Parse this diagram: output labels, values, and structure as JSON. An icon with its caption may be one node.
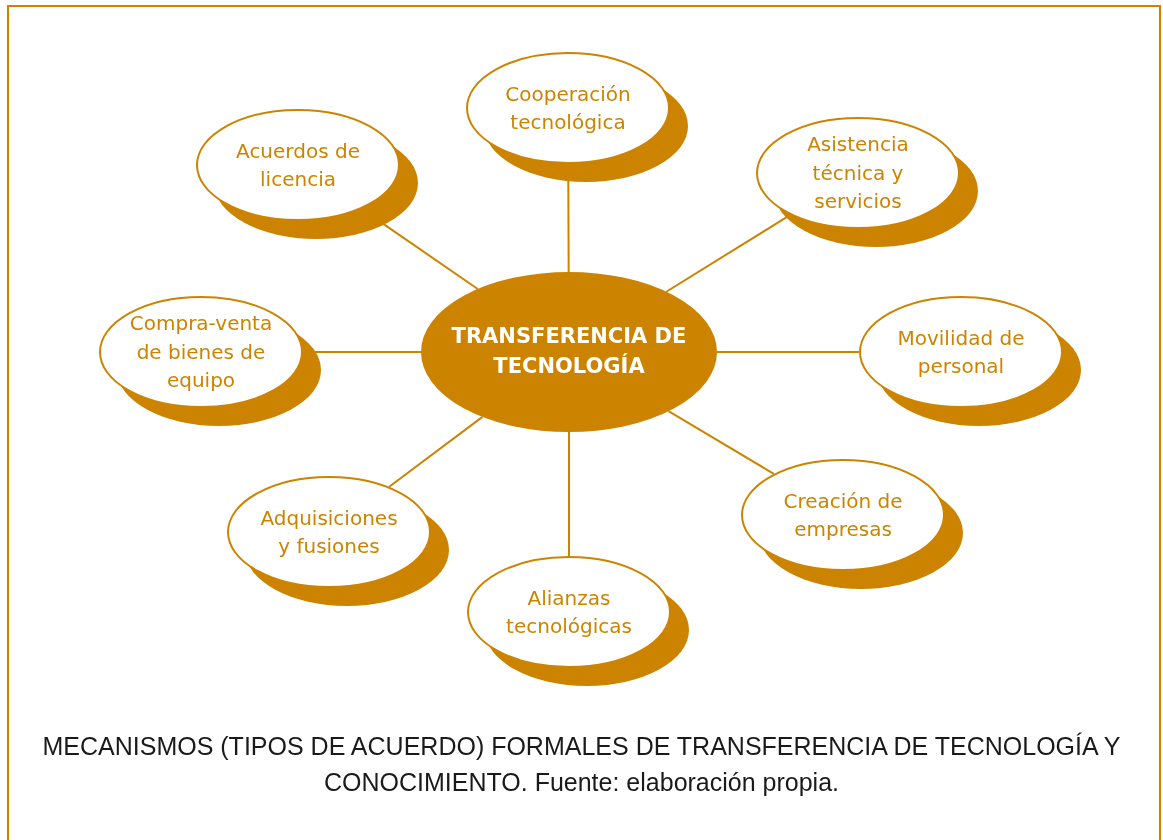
{
  "diagram": {
    "caption": "MECANISMOS (TIPOS DE ACUERDO) FORMALES DE TRANSFERENCIA DE TECNOLOGÍA Y CONOCIMIENTO. Fuente: elaboración propia.",
    "nodes": [
      {
        "text": [
          "TRANSFERENCIA DE TECNOLOGÍA"
        ]
      },
      {
        "text": [
          "Cooperación tecnológica"
        ]
      },
      {
        "text": [
          "Acuerdos de licencia"
        ]
      },
      {
        "text": [
          "Asistencia técnica y servicios"
        ]
      },
      {
        "text": [
          "Compra-venta de bienes de equipo"
        ]
      },
      {
        "text": [
          "Movilidad de personal"
        ]
      },
      {
        "text": [
          "Creación de empresas"
        ]
      },
      {
        "text": [
          "Adquisiciones y fusiones"
        ]
      },
      {
        "text": [
          "Alianzas tecnológicas"
        ]
      }
    ],
    "edges": [
      {
        "from": 0,
        "to": 1,
        "arrow": "none"
      },
      {
        "from": 0,
        "to": 2,
        "arrow": "none"
      },
      {
        "from": 0,
        "to": 3,
        "arrow": "none"
      },
      {
        "from": 0,
        "to": 4,
        "arrow": "none"
      },
      {
        "from": 0,
        "to": 5,
        "arrow": "none"
      },
      {
        "from": 0,
        "to": 6,
        "arrow": "none"
      },
      {
        "from": 0,
        "to": 7,
        "arrow": "none"
      },
      {
        "from": 0,
        "to": 8,
        "arrow": "none"
      }
    ]
  }
}
